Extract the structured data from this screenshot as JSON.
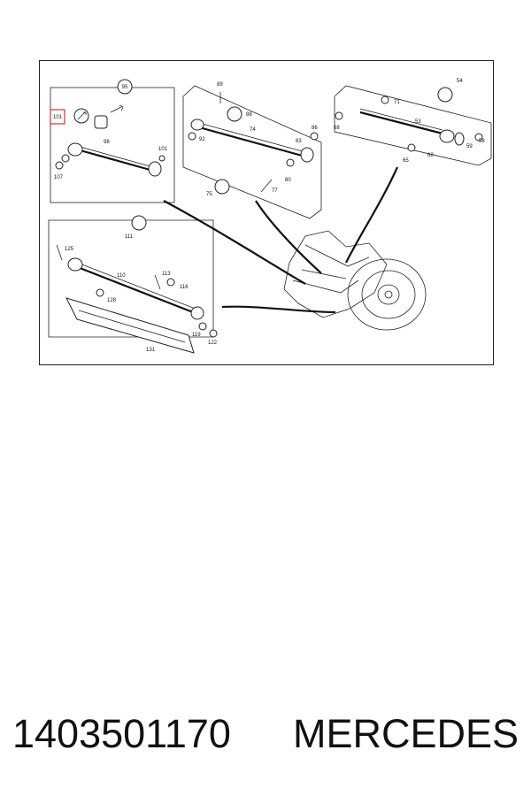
{
  "diagram": {
    "highlight_color": "#e03030",
    "callouts": [
      {
        "id": "c95",
        "text": "95"
      },
      {
        "id": "c101a",
        "text": "101"
      },
      {
        "id": "c98",
        "text": "98"
      },
      {
        "id": "c101b",
        "text": "101"
      },
      {
        "id": "c107",
        "text": "107"
      },
      {
        "id": "c89",
        "text": "89"
      },
      {
        "id": "c88",
        "text": "88"
      },
      {
        "id": "c74",
        "text": "74"
      },
      {
        "id": "c92",
        "text": "92"
      },
      {
        "id": "c86",
        "text": "86"
      },
      {
        "id": "c83",
        "text": "83"
      },
      {
        "id": "c80",
        "text": "80"
      },
      {
        "id": "c77",
        "text": "77"
      },
      {
        "id": "c75",
        "text": "75"
      },
      {
        "id": "c71",
        "text": "71"
      },
      {
        "id": "c54",
        "text": "54"
      },
      {
        "id": "c68",
        "text": "68"
      },
      {
        "id": "c53",
        "text": "53"
      },
      {
        "id": "c58",
        "text": "58"
      },
      {
        "id": "c59",
        "text": "59"
      },
      {
        "id": "c62",
        "text": "62"
      },
      {
        "id": "c65",
        "text": "65"
      },
      {
        "id": "c111",
        "text": "111"
      },
      {
        "id": "c125",
        "text": "125"
      },
      {
        "id": "c110",
        "text": "110"
      },
      {
        "id": "c113",
        "text": "113"
      },
      {
        "id": "c116",
        "text": "116"
      },
      {
        "id": "c128",
        "text": "128"
      },
      {
        "id": "c119",
        "text": "119"
      },
      {
        "id": "c122",
        "text": "122"
      },
      {
        "id": "c131",
        "text": "131"
      }
    ]
  },
  "caption": {
    "part_number": "1403501170",
    "brand": "MERCEDES"
  }
}
